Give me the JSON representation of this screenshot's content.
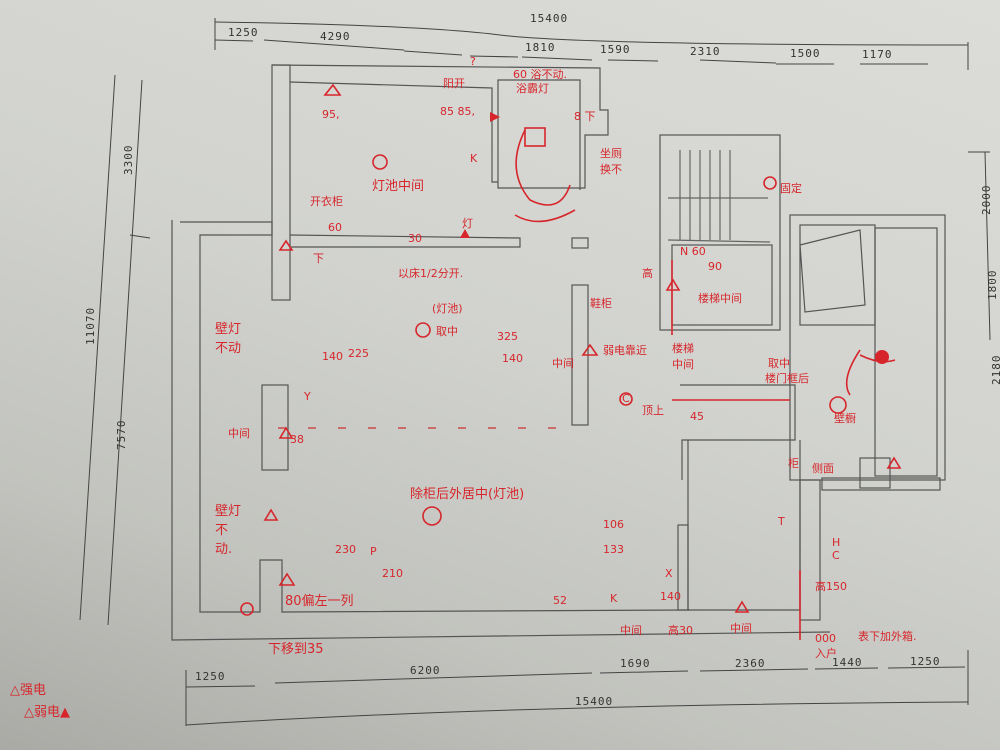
{
  "dimensions": {
    "top_total": "15400",
    "top_segments": [
      "1250",
      "4290",
      "1810",
      "1590",
      "2310",
      "1500",
      "1170"
    ],
    "bottom_total": "15400",
    "bottom_segments": [
      "1250",
      "6200",
      "1690",
      "2360",
      "1440",
      "1250"
    ],
    "left_segments": [
      "3300",
      "11070",
      "7570"
    ],
    "right_segments": [
      "2000",
      "1800",
      "2180"
    ]
  },
  "legend": {
    "strong_current": "强电",
    "weak_current": "弱电",
    "strong_symbol": "△",
    "weak_symbol": "▲"
  },
  "annotations": {
    "question_mark": "?",
    "bath_fan": "60 浴不动.",
    "bath_light": "浴霸灯",
    "open_door": "阳开",
    "h95": "95,",
    "h85": "85 85,",
    "bedroom_light": "灯池中间",
    "k_switch": "K",
    "down": "8 下",
    "bath_note": "坐厕 换不",
    "wardrobe": "开衣柜",
    "h60": "60",
    "down2": "下",
    "h30": "30",
    "light": "灯",
    "bed_head": "以床1/2分开.",
    "wall_lamp_1": "壁灯 不动",
    "light_pool": "(灯池)",
    "center": "取中",
    "h140a": "140",
    "h225a": "225",
    "h325": "325",
    "h140b": "140",
    "shoe": "鞋柜",
    "near_wall": "弱电靠近",
    "middle1": "中间",
    "y_label": "Y",
    "middle2": "中间",
    "h38": "38",
    "c_label": "C",
    "top_label": "顶上",
    "h45": "45",
    "main_light": "除柜后外居中(灯池)",
    "wall_lamp_2": "壁灯 不动.",
    "h230": "230",
    "h210": "210",
    "p_label": "P",
    "h80": "80偏左一列",
    "down35": "下移到35",
    "h106": "106",
    "h133": "133",
    "h52": "52",
    "k2": "K",
    "x_label": "X",
    "h140c": "140",
    "middle3": "中间",
    "h30b": "高30",
    "middle4": "中间",
    "h150": "高150",
    "hc": "H C",
    "t_label": "T",
    "entry": "000 入户",
    "surface": "表下加外箱.",
    "n60": "N 60",
    "h90": "90",
    "stair_mid": "楼梯中间",
    "high": "高",
    "stair_space": "楼梯中间",
    "center2": "取中",
    "door_frame": "楼门框后",
    "fixed": "固定",
    "storage": "壁橱",
    "cabinet": "柜",
    "left_side": "侧面",
    "mid_top": "中间",
    "n_label": "N"
  },
  "colors": {
    "ink": "#d7262b",
    "wall": "#555555",
    "paper": "#d4d5d1"
  }
}
